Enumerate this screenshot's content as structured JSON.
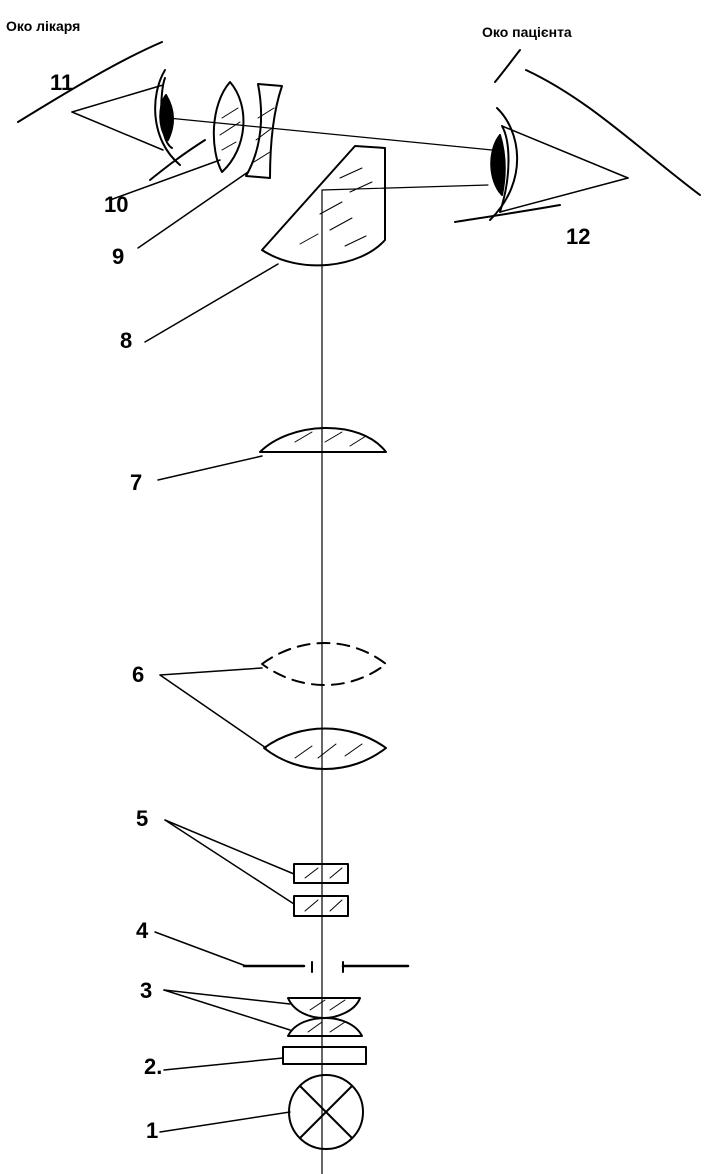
{
  "captions": {
    "doctor_eye": "Око лікаря",
    "patient_eye": "Око пацієнта"
  },
  "labels": {
    "n1": "1",
    "n2": "2.",
    "n3": "3",
    "n4": "4",
    "n5": "5",
    "n6": "6",
    "n7": "7",
    "n8": "8",
    "n9": "9",
    "n10": "10",
    "n11": "11",
    "n12": "12"
  }
}
